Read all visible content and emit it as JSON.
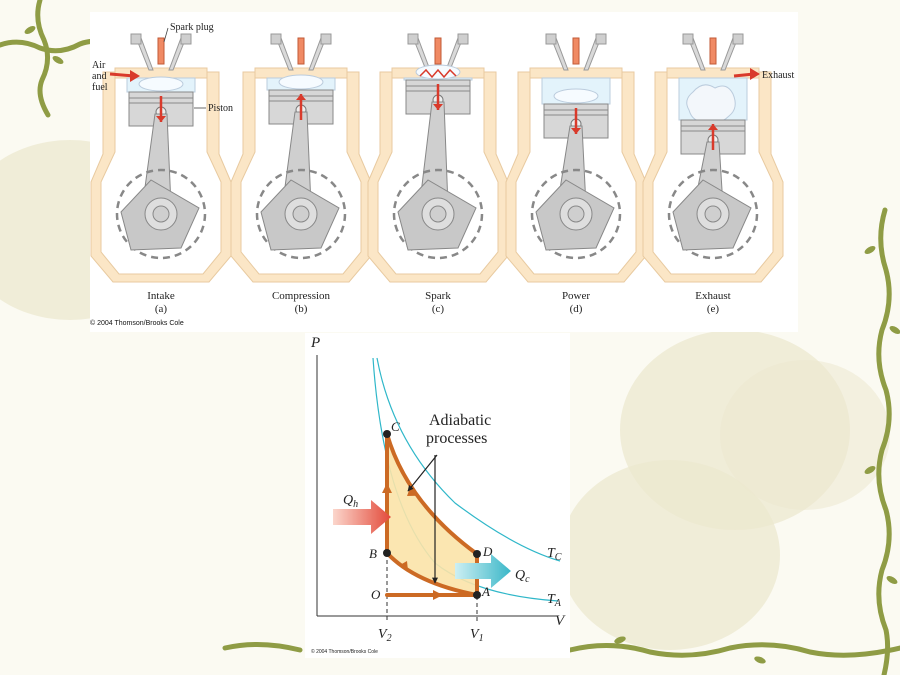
{
  "engine": {
    "labels": {
      "spark_plug": "Spark plug",
      "air_fuel": [
        "Air",
        "and",
        "fuel"
      ],
      "piston": "Piston",
      "exhaust": "Exhaust"
    },
    "stages": [
      {
        "name": "Intake",
        "letter": "(a)"
      },
      {
        "name": "Compression",
        "letter": "(b)"
      },
      {
        "name": "Spark",
        "letter": "(c)"
      },
      {
        "name": "Power",
        "letter": "(d)"
      },
      {
        "name": "Exhaust",
        "letter": "(e)"
      }
    ],
    "copyright": "© 2004 Thomson/Brooks Cole"
  },
  "pv_diagram": {
    "axis_p": "P",
    "axis_v": "V",
    "points": [
      "C",
      "D",
      "B",
      "O",
      "A"
    ],
    "annotation": [
      "Adiabatic",
      "processes"
    ],
    "qh_main": "Q",
    "qh_sub": "h",
    "qc_main": "Q",
    "qc_sub": "c",
    "tc_main": "T",
    "tc_sub": "C",
    "ta_main": "T",
    "ta_sub": "A",
    "v2_main": "V",
    "v2_sub": "2",
    "v1_main": "V",
    "v1_sub": "1",
    "copyright": "© 2004 Thomson/Brooks Cole"
  },
  "colors": {
    "cycle": "#cc6a24",
    "isotherm": "#2fb7c9",
    "heat_in": "#e34a3a",
    "heat_out": "#3ab7c8",
    "fill": "#fbe3a8",
    "vine": "#8f9c45"
  }
}
